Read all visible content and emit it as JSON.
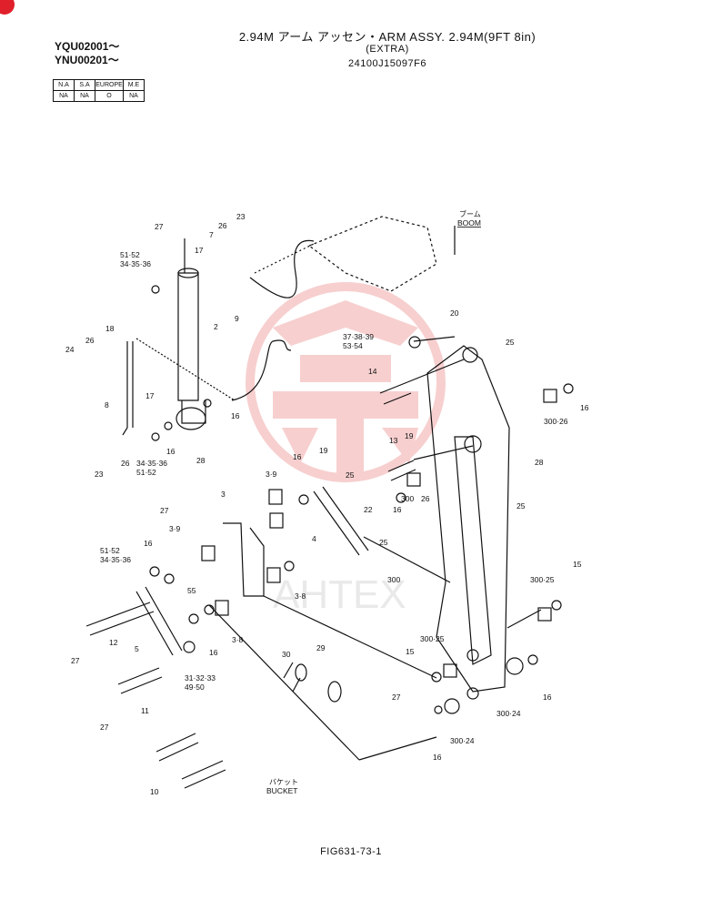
{
  "header": {
    "title": "2.94M アーム アッセン・ARM ASSY. 2.94M(9FT 8in)",
    "subtitle": "(EXTRA)",
    "part_number": "24100J15097F6"
  },
  "serials": [
    "YQU02001～",
    "YNU00201～"
  ],
  "region_table": {
    "headers": [
      "N.A",
      "S.A",
      "EUROPE",
      "M.E"
    ],
    "values": [
      "NA",
      "NA",
      "O",
      "NA"
    ]
  },
  "labels": {
    "boom_jp": "ブーム",
    "boom_en": "BOOM",
    "bucket_jp": "バケット",
    "bucket_en": "BUCKET",
    "p1": "27",
    "p2": "23",
    "p3": "26",
    "p4": "7",
    "p5": "17",
    "p6": "51·52",
    "p7": "34·35·36",
    "p8": "2",
    "p9": "9",
    "p10": "18",
    "p11": "26",
    "p12": "24",
    "p13": "8",
    "p14": "17",
    "p15": "16",
    "p16": "28",
    "p17": "16",
    "p18": "26",
    "p19": "34·35·36",
    "p20": "51·52",
    "p21": "23",
    "p22": "37·38·39",
    "p23": "53·54",
    "p24": "20",
    "p25": "25",
    "p26": "14",
    "p27": "16",
    "p28": "300·26",
    "p29": "19",
    "p30": "13",
    "p31": "28",
    "p32": "16",
    "p33": "19",
    "p34": "3·9",
    "p35": "25",
    "p36": "300",
    "p37": "26",
    "p38": "16",
    "p39": "25",
    "p40": "22",
    "p41": "4",
    "p42": "27",
    "p43": "3",
    "p44": "3·9",
    "p45": "25",
    "p46": "51·52",
    "p47": "34·35·36",
    "p48": "16",
    "p49": "15",
    "p50": "300",
    "p51": "300·25",
    "p52": "3·8",
    "p53": "55",
    "p54": "12",
    "p55": "27",
    "p56": "5",
    "p57": "16",
    "p58": "3·8",
    "p59": "300·25",
    "p60": "30",
    "p61": "29",
    "p62": "15",
    "p63": "31·32·33",
    "p64": "49·50",
    "p65": "27",
    "p66": "11",
    "p67": "27",
    "p68": "16",
    "p69": "300·24",
    "p70": "300·24",
    "p71": "16",
    "p72": "10"
  },
  "watermark": "AHTEX",
  "figure": "FIG631-73-1",
  "colors": {
    "ink": "#111111",
    "watermark": "#f2a9a9",
    "badge": "#e0202a"
  }
}
